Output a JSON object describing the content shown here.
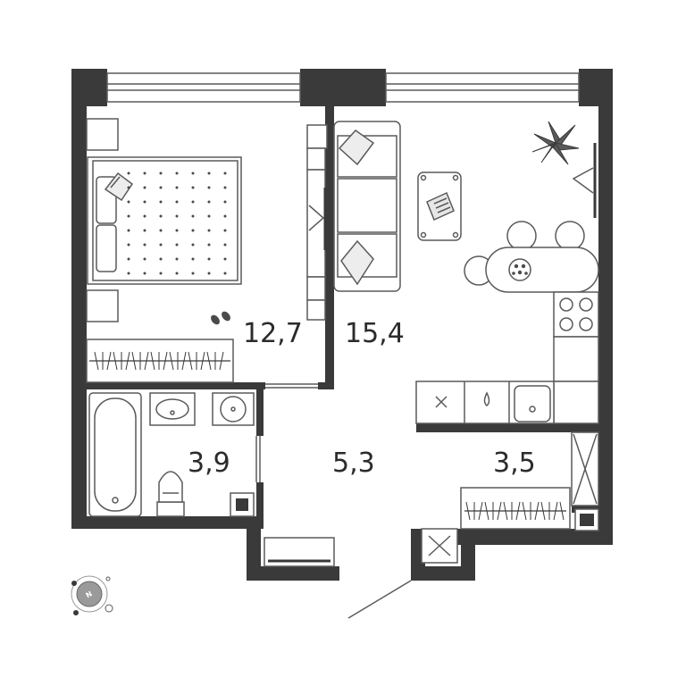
{
  "rooms": [
    {
      "id": "bedroom",
      "area": "12,7"
    },
    {
      "id": "living-kitchen",
      "area": "15,4"
    },
    {
      "id": "bathroom",
      "area": "3,9"
    },
    {
      "id": "hallway",
      "area": "5,3"
    },
    {
      "id": "storage",
      "area": "3,5"
    }
  ],
  "compass": {
    "label": "N",
    "icon": "compass-icon"
  },
  "colors": {
    "wall": "#3a3a3b",
    "line": "#5a5a5a",
    "fill": "#ffffff",
    "furniture_fill": "#f2f2f2",
    "plant": "#4a4a4a"
  }
}
